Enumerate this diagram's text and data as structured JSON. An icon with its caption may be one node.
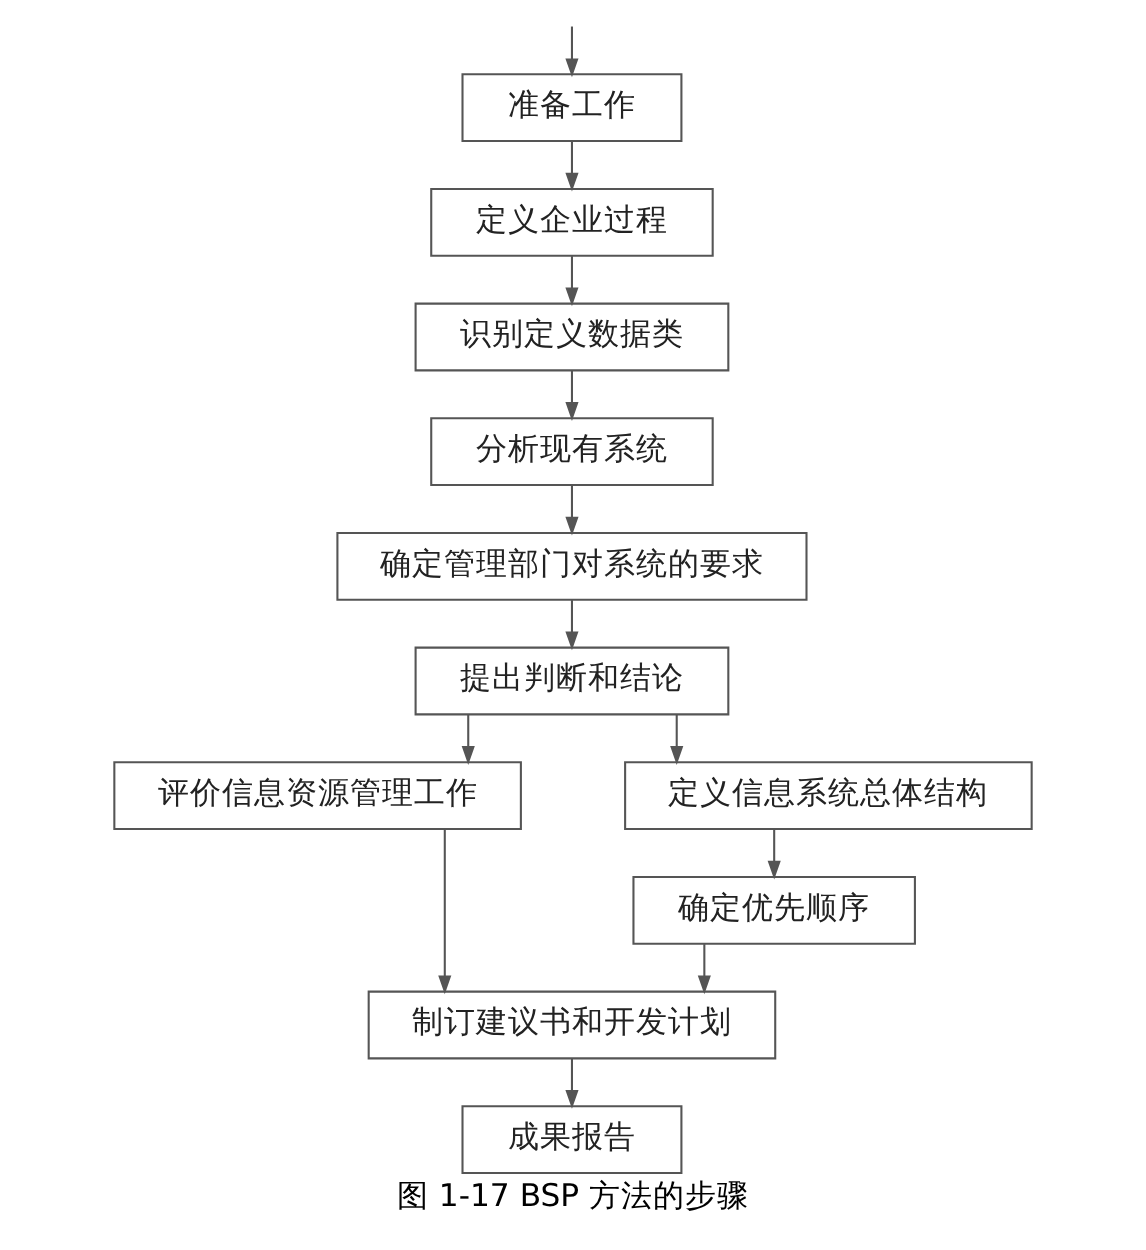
{
  "diagram": {
    "caption": "图 1-17 BSP 方法的步骤",
    "nodes": [
      {
        "text": [
          "准备工作"
        ]
      },
      {
        "text": [
          "定义企业过程"
        ]
      },
      {
        "text": [
          "识别定义数据类"
        ]
      },
      {
        "text": [
          "分析现有系统"
        ]
      },
      {
        "text": [
          "确定管理部门对系统的要求"
        ]
      },
      {
        "text": [
          "提出判断和结论"
        ]
      },
      {
        "text": [
          "评价信息资源管理工作"
        ]
      },
      {
        "text": [
          "定义信息系统总体结构"
        ]
      },
      {
        "text": [
          "确定优先顺序"
        ]
      },
      {
        "text": [
          "制订建议书和开发计划"
        ]
      },
      {
        "text": [
          "成果报告"
        ]
      }
    ],
    "edges": [
      {
        "from": null,
        "to": 0,
        "arrow": "to"
      },
      {
        "from": 0,
        "to": 1,
        "arrow": "to"
      },
      {
        "from": 1,
        "to": 2,
        "arrow": "to"
      },
      {
        "from": 2,
        "to": 3,
        "arrow": "to"
      },
      {
        "from": 3,
        "to": 4,
        "arrow": "to"
      },
      {
        "from": 4,
        "to": 5,
        "arrow": "to"
      },
      {
        "from": 5,
        "to": 6,
        "arrow": "to"
      },
      {
        "from": 5,
        "to": 7,
        "arrow": "to"
      },
      {
        "from": 7,
        "to": 8,
        "arrow": "to"
      },
      {
        "from": 6,
        "to": 9,
        "arrow": "to"
      },
      {
        "from": 8,
        "to": 9,
        "arrow": "to"
      },
      {
        "from": 9,
        "to": 10,
        "arrow": "to"
      }
    ]
  }
}
